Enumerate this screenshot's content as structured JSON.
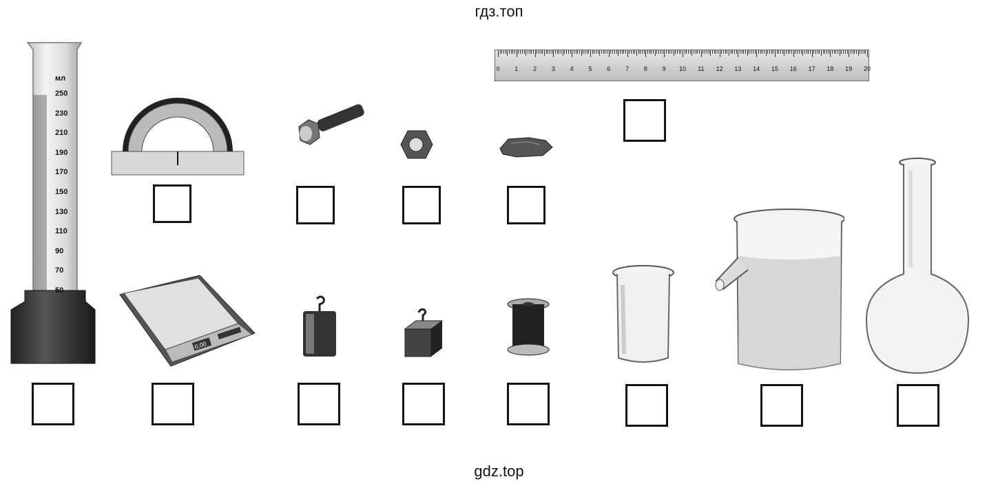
{
  "watermark_top": "гдз.топ",
  "watermark_bottom": "gdz.top",
  "cylinder": {
    "unit": "мл",
    "scale_labels": [
      "250",
      "230",
      "210",
      "190",
      "170",
      "150",
      "130",
      "110",
      "90",
      "70",
      "50"
    ]
  },
  "ruler": {
    "labels": [
      "0",
      "1",
      "2",
      "3",
      "4",
      "5",
      "6",
      "7",
      "8",
      "9",
      "10",
      "11",
      "12",
      "13",
      "14",
      "15",
      "16",
      "17",
      "18",
      "19",
      "20"
    ]
  },
  "scale_display": "0.00",
  "items": [
    {
      "name": "measuring-cylinder",
      "check": false
    },
    {
      "name": "protractor",
      "check": false
    },
    {
      "name": "bolt",
      "check": false
    },
    {
      "name": "nut",
      "check": false
    },
    {
      "name": "stone",
      "check": false
    },
    {
      "name": "ruler",
      "check": false
    },
    {
      "name": "electronic-scale",
      "check": false
    },
    {
      "name": "cylindrical-weight",
      "check": false
    },
    {
      "name": "cube-weight",
      "check": false
    },
    {
      "name": "thread-spool",
      "check": false
    },
    {
      "name": "small-beaker",
      "check": false
    },
    {
      "name": "overflow-vessel",
      "check": false
    },
    {
      "name": "round-bottom-flask",
      "check": false
    }
  ]
}
